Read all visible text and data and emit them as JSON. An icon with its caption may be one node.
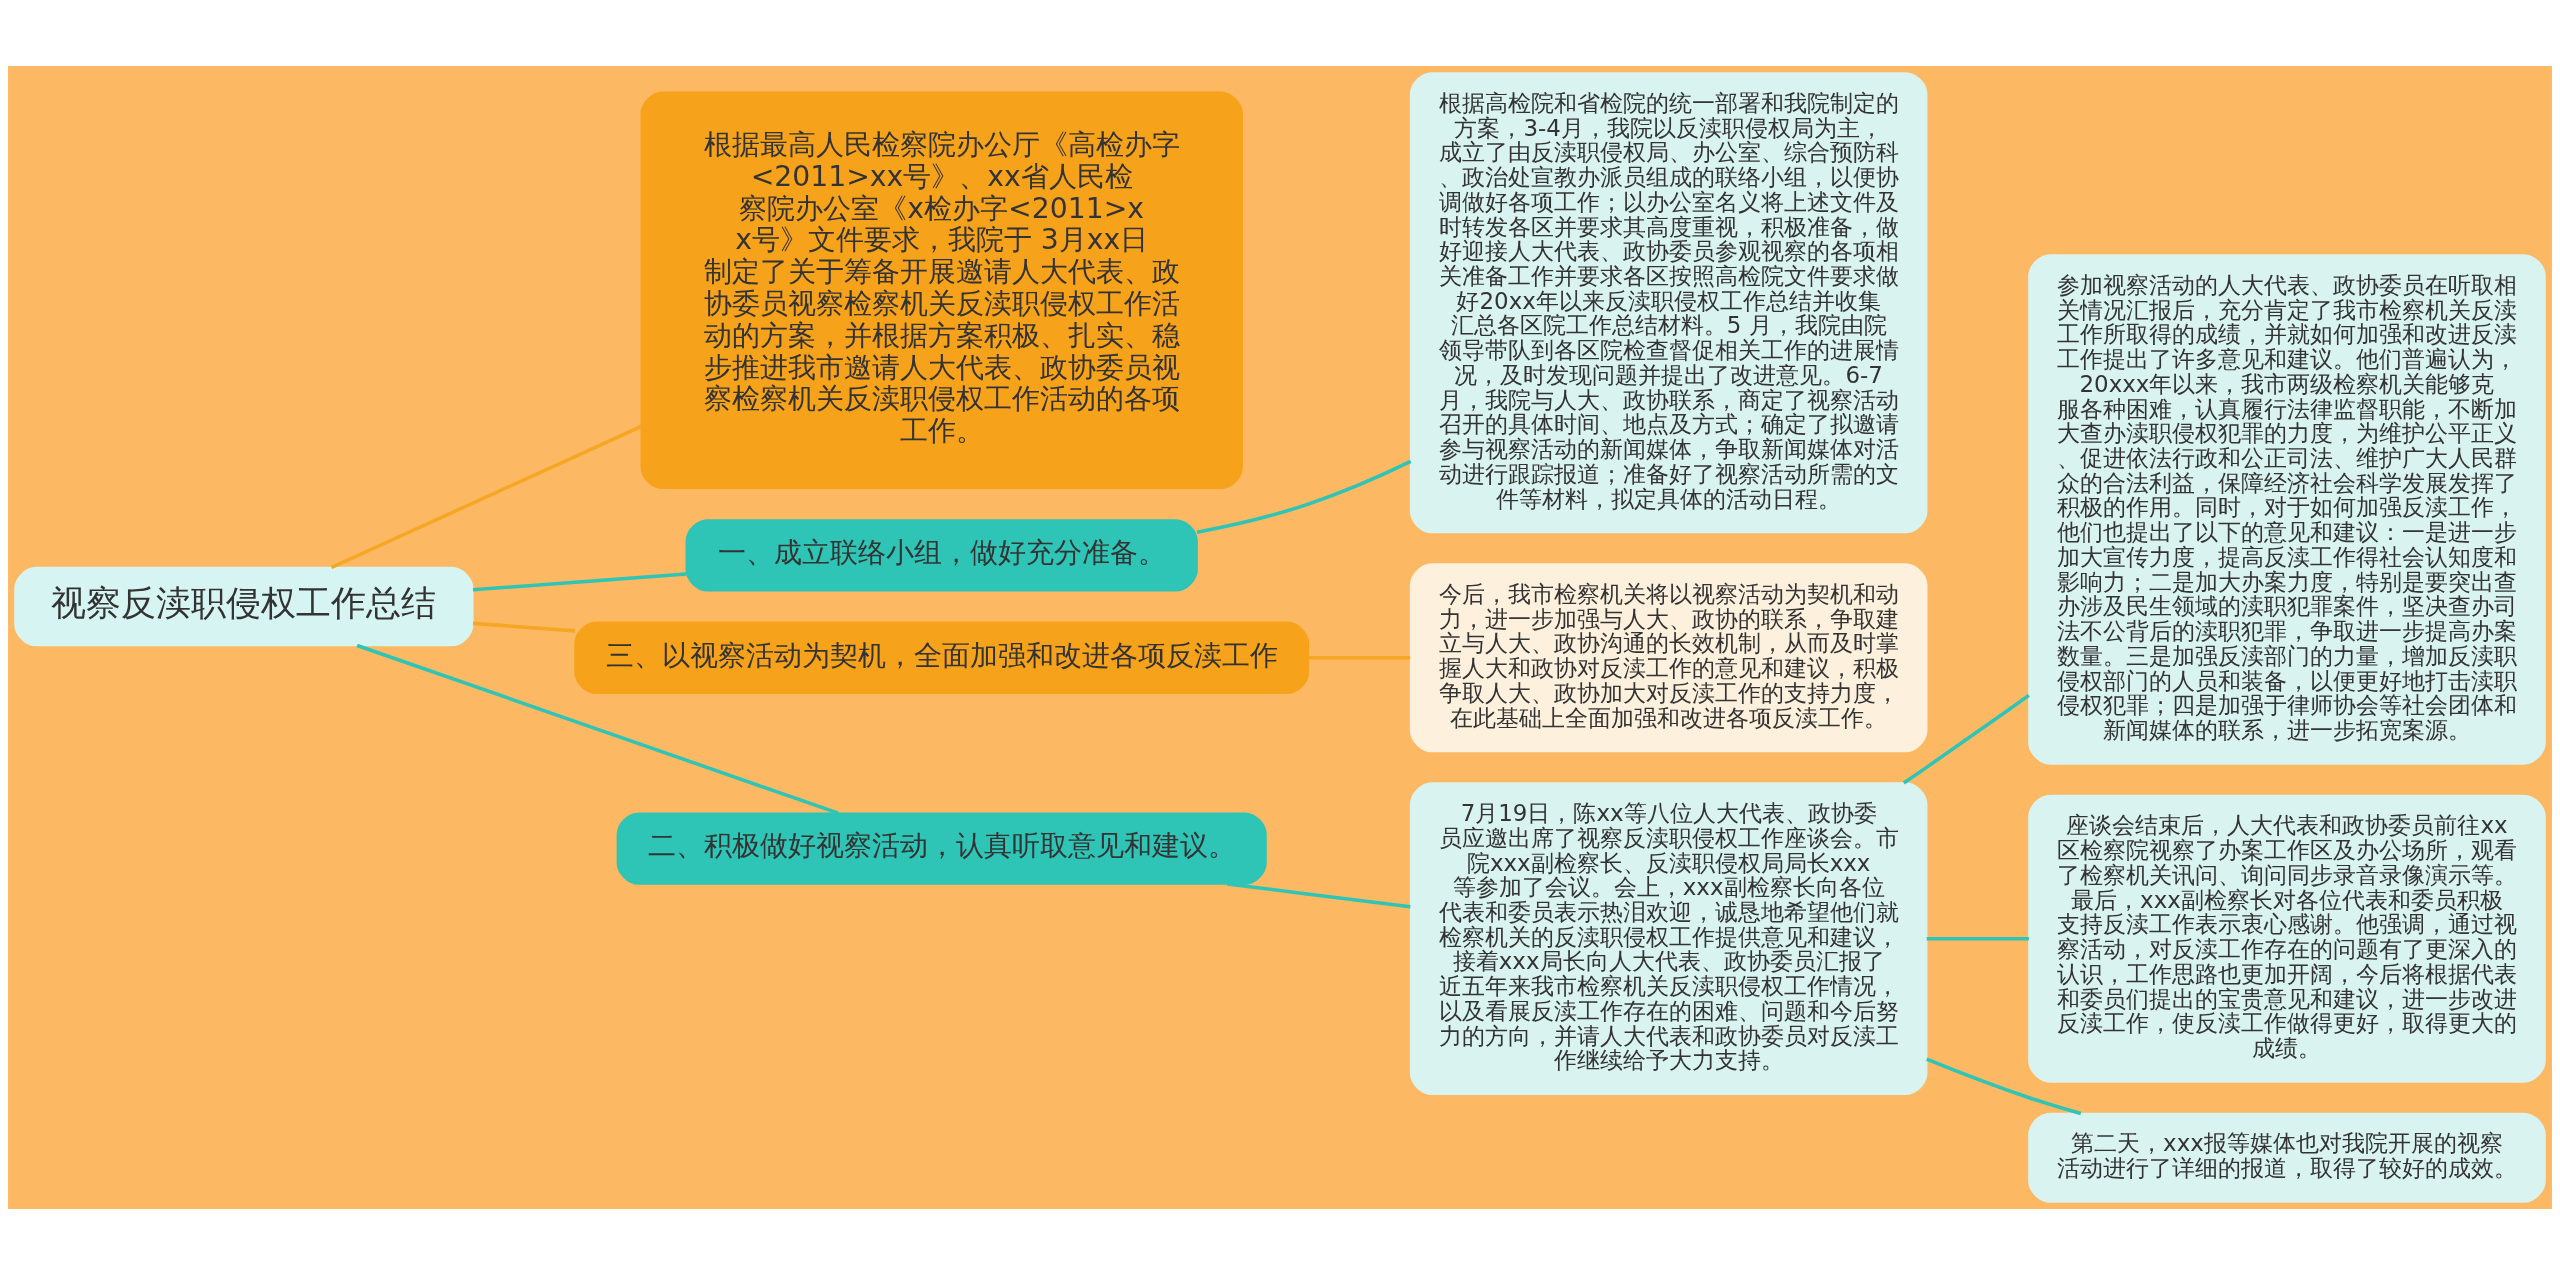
{
  "diagram": {
    "nodes": [
      {
        "text": [
          "视察反渎职侵权工作总结"
        ]
      },
      {
        "text": [
          "根据最高人民检察院办公厅《高检办字<2011>xx号》、xx省人民检察院办公室《x检办字<2011>xx号》文件要求，我院于 3月xx日制定了关于筹备开展邀请人大代表、政协委员视察检察机关反渎职侵权工作活动的方案，并根据方案积极、扎实、稳步推进我市邀请人大代表、政协委员视察检察机关反渎职侵权工作活动的各项工作。"
        ]
      },
      {
        "text": [
          "一、成立联络小组，做好充分准备。"
        ]
      },
      {
        "text": [
          "根据高检院和省检院的统一部署和我院制定的方案，3-4月，我院以反渎职侵权局为主，成立了由反渎职侵权局、办公室、综合预防科、政治处宣教办派员组成的联络小组，以便协调做好各项工作；以办公室名义将上述文件及时转发各区并要求其高度重视，积极准备，做好迎接人大代表、政协委员参观视察的各项相关准备工作并要求各区按照高检院文件要求做好20xx年以来反渎职侵权工作总结并收集汇总各区院工作总结材料。5 月，我院由院领导带队到各区院检查督促相关工作的进展情况，及时发现问题并提出了改进意见。6-7月，我院与人大、政协联系，商定了视察活动召开的具体时间、地点及方式；确定了拟邀请参与视察活动的新闻媒体，争取新闻媒体对活动进行跟踪报道；准备好了视察活动所需的文件等材料，拟定具体的活动日程。"
        ]
      },
      {
        "text": [
          "三、以视察活动为契机，全面加强和改进各项反渎工作"
        ]
      },
      {
        "text": [
          "今后，我市检察机关将以视察活动为契机和动力，进一步加强与人大、政协的联系，争取建立与人大、政协沟通的长效机制，从而及时掌握人大和政协对反渎工作的意见和建议，积极争取人大、政协加大对反渎工作的支持力度，在此基础上全面加强和改进各项反渎工作。"
        ]
      },
      {
        "text": [
          "二、积极做好视察活动，认真听取意见和建议。"
        ]
      },
      {
        "text": [
          "7月19日，陈xx等八位人大代表、政协委员应邀出席了视察反渎职侵权工作座谈会。市院xxx副检察长、反渎职侵权局局长xxx等参加了会议。会上，xxx副检察长向各位代表和委员表示热泪欢迎，诚恳地希望他们就检察机关的反渎职侵权工作提供意见和建议，接着xxx局长向人大代表、政协委员汇报了近五年来我市检察机关反渎职侵权工作情况，以及看展反渎工作存在的困难、问题和今后努力的方向，并请人大代表和政协委员对反渎工作继续给予大力支持。"
        ]
      },
      {
        "text": [
          "参加视察活动的人大代表、政协委员在听取相关情况汇报后，充分肯定了我市检察机关反渎工作所取得的成绩，并就如何加强和改进反渎工作提出了许多意见和建议。他们普遍认为，20xxx年以来，我市两级检察机关能够克服各种困难，认真履行法律监督职能，不断加大查办渎职侵权犯罪的力度，为维护公平正义、促进依法行政和公正司法、维护广大人民群众的合法利益，保障经济社会科学发展发挥了积极的作用。同时，对于如何加强反渎工作，他们也提出了以下的意见和建议：一是进一步加大宣传力度，提高反渎工作得社会认知度和影响力；二是加大办案力度，特别是要突出查办涉及民生领域的渎职犯罪案件，坚决查办司法不公背后的渎职犯罪，争取进一步提高办案数量。三是加强反渎部门的力量，增加反渎职侵权部门的人员和装备，以便更好地打击渎职侵权犯罪；四是加强于律师协会等社会团体和新闻媒体的联系，进一步拓宽案源。"
        ]
      },
      {
        "text": [
          "座谈会结束后，人大代表和政协委员前往xx区检察院视察了办案工作区及办公场所，观看了检察机关讯问、询问同步录音录像演示等。最后，xxx副检察长对各位代表和委员积极支持反渎工作表示衷心感谢。他强调，通过视察活动，对反渎工作存在的问题有了更深入的认识，工作思路也更加开阔，今后将根据代表和委员们提出的宝贵意见和建议，进一步改进反渎工作，使反渎工作做得更好，取得更大的成绩。"
        ]
      },
      {
        "text": [
          "第二天，xxx报等媒体也对我院开展的视察活动进行了详细的报道，取得了较好的成效。"
        ]
      }
    ],
    "edges": [
      {
        "from": 0,
        "to": 1,
        "arrow": "none",
        "color": "#f5a623"
      },
      {
        "from": 0,
        "to": 2,
        "arrow": "none"
      },
      {
        "from": 2,
        "to": 3,
        "arrow": "none"
      },
      {
        "from": 0,
        "to": 4,
        "arrow": "none",
        "color": "#f5a623"
      },
      {
        "from": 4,
        "to": 5,
        "arrow": "none",
        "color": "#f5a623"
      },
      {
        "from": 0,
        "to": 6,
        "arrow": "none"
      },
      {
        "from": 6,
        "to": 7,
        "arrow": "none"
      },
      {
        "from": 7,
        "to": 8,
        "arrow": "none"
      },
      {
        "from": 7,
        "to": 9,
        "arrow": "none"
      },
      {
        "from": 7,
        "to": 10,
        "arrow": "none"
      }
    ]
  }
}
